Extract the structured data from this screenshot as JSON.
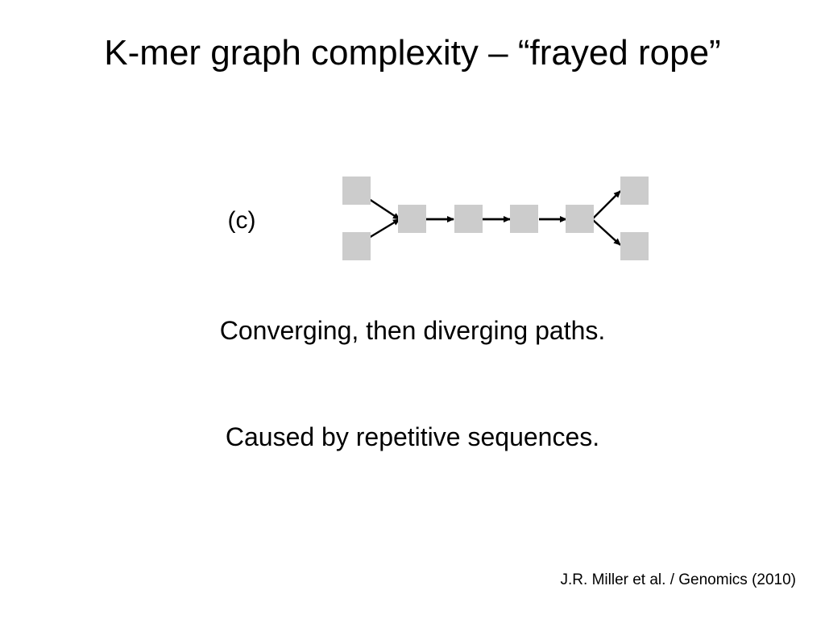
{
  "slide": {
    "title": "K-mer graph complexity – “frayed rope”",
    "bullets": [
      "Converging, then diverging paths.",
      "Caused by repetitive sequences."
    ],
    "citation": "J.R. Miller et al. / Genomics (2010)"
  },
  "figure": {
    "panel_label": "(c)",
    "node_color": "#cccccc",
    "edge_color": "#000000",
    "nodes": [
      "in-top",
      "in-bottom",
      "n1",
      "n2",
      "n3",
      "n4",
      "out-top",
      "out-bottom"
    ],
    "edges": [
      [
        "in-top",
        "n1"
      ],
      [
        "in-bottom",
        "n1"
      ],
      [
        "n1",
        "n2"
      ],
      [
        "n2",
        "n3"
      ],
      [
        "n3",
        "n4"
      ],
      [
        "n4",
        "out-top"
      ],
      [
        "n4",
        "out-bottom"
      ]
    ]
  }
}
